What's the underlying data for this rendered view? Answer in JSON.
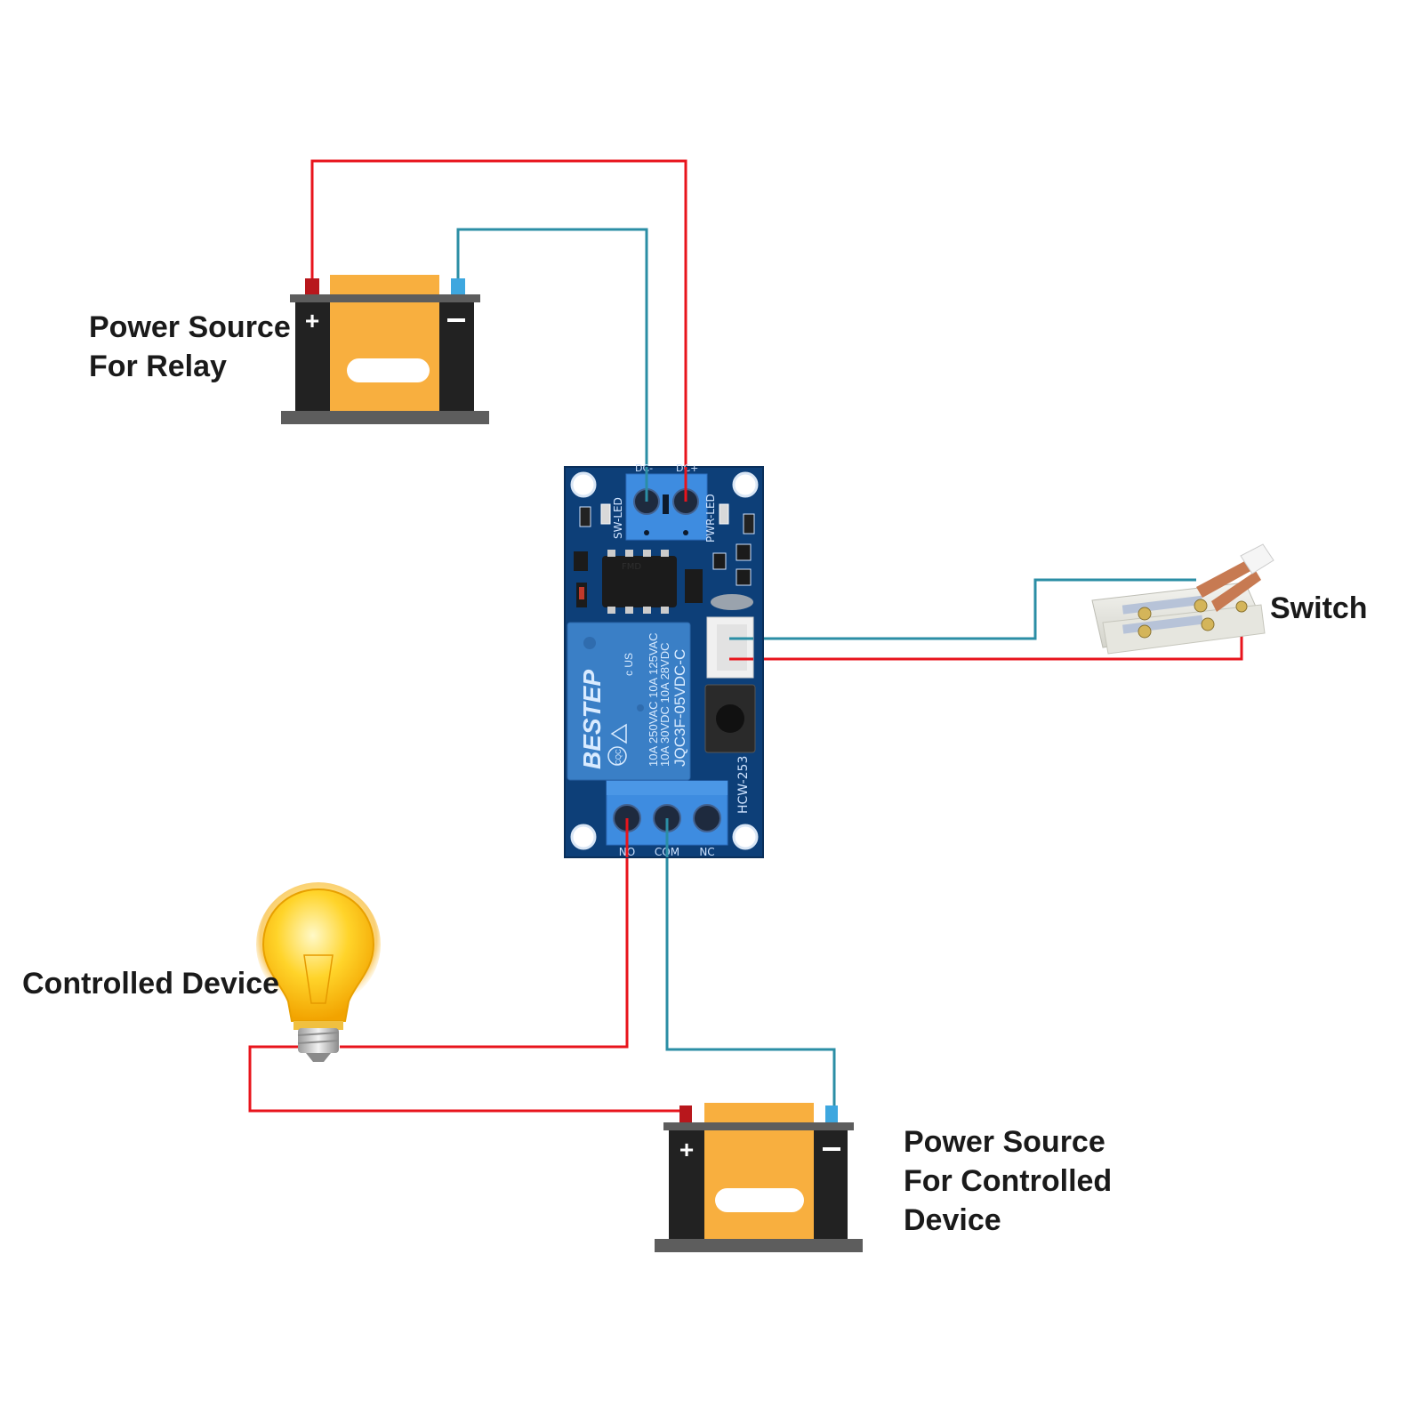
{
  "labels": {
    "relay_power": [
      "Power Source",
      "For Relay"
    ],
    "switch": "Switch",
    "controlled_device": "Controlled Device",
    "device_power": [
      "Power Source",
      "For Controlled",
      "Device"
    ]
  },
  "battery": {
    "plus_symbol": "+",
    "minus_symbol": "−",
    "colors": {
      "body": "#222222",
      "cell": "#F8AF3F",
      "cap": "#5d5d5d",
      "pos_terminal": "#b8171c",
      "neg_terminal": "#3ea7df"
    }
  },
  "wires": {
    "positive_color": "#e8141c",
    "negative_color": "#2b8ea5"
  },
  "module": {
    "model": "HCW-253",
    "input_terminal_labels": [
      "DC-",
      "DC+"
    ],
    "output_terminal_labels": [
      "NO",
      "COM",
      "NC"
    ],
    "led_labels": [
      "SW-LED",
      "PWR-LED"
    ],
    "chip_marking": "FMD",
    "pcb_color": "#0d3f78",
    "terminal_color": "#3e8ce0",
    "relay": {
      "brand": "BESTEP",
      "ratings": [
        "10A 250VAC 10A 125VAC",
        "10A 30VDC 10A 28VDC"
      ],
      "part_number": "JQC3F-05VDC-C",
      "cert": "c US",
      "cqc": "CQC"
    }
  }
}
